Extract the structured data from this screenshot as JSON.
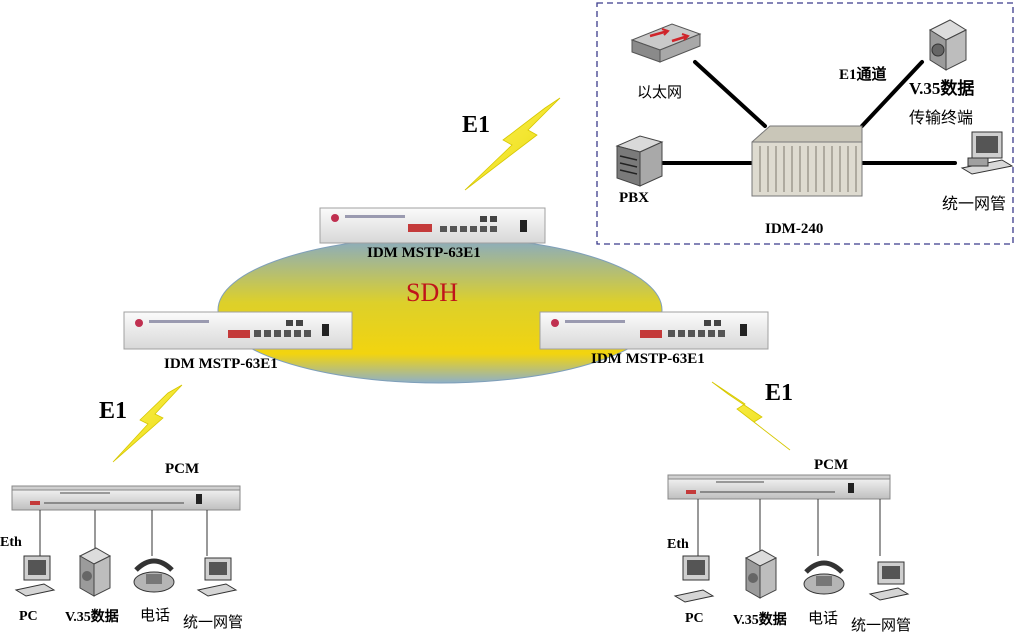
{
  "ring": {
    "label": "SDH"
  },
  "e1_label": "E1",
  "nodes": {
    "top": {
      "model": "IDM MSTP-63E1"
    },
    "left": {
      "model": "IDM MSTP-63E1"
    },
    "right": {
      "model": "IDM MSTP-63E1"
    }
  },
  "inset": {
    "ethernet": "以太网",
    "pbx": "PBX",
    "v35_line1": "V.35数据",
    "v35_line2": "传输终端",
    "e1_channel": "E1通道",
    "center_device": "IDM-240",
    "nms": "统一网管"
  },
  "pcm_left": {
    "title": "PCM",
    "eth": "Eth",
    "pc": "PC",
    "v35": "V.35数据",
    "phone": "电话",
    "nms": "统一网管"
  },
  "pcm_right": {
    "title": "PCM",
    "eth": "Eth",
    "pc": "PC",
    "v35": "V.35数据",
    "phone": "电话",
    "nms": "统一网管"
  },
  "colors": {
    "ring_outer": "#e3c718",
    "ring_inner": "#8fb1c8",
    "lightning": "#f2e622",
    "sdh_text": "#c0141a",
    "inset_border": "#3b3b8c"
  }
}
